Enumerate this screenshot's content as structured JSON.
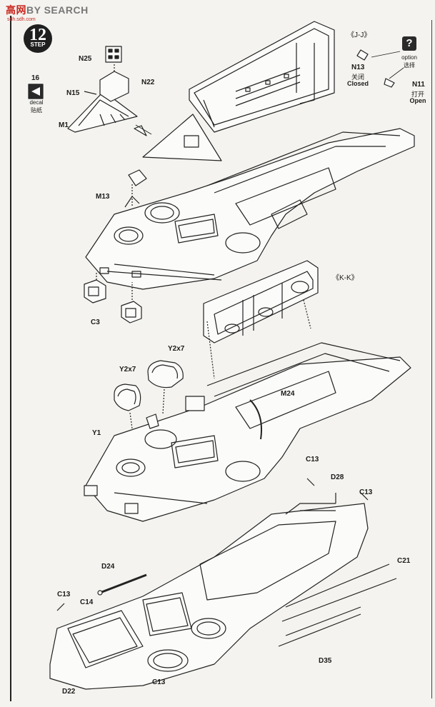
{
  "watermark": {
    "part1": "高",
    "part2": "网",
    "part3": "BY SEARCH",
    "sub": "sdh.sdh.com"
  },
  "step": {
    "number": "12",
    "word": "STEP"
  },
  "decal": {
    "en": "decal",
    "zh": "贴纸"
  },
  "option": {
    "en": "option",
    "zh": "选择"
  },
  "closed": {
    "part": "N13",
    "zh": "关闭",
    "en": "Closed"
  },
  "open": {
    "part": "N11",
    "zh": "打开",
    "en": "Open"
  },
  "section_labels": {
    "jj": "《J-J》",
    "kk": "《K-K》"
  },
  "parts": {
    "n25": "N25",
    "n22": "N22",
    "p16": "16",
    "n15": "N15",
    "m1": "M1",
    "m13": "M13",
    "c3": "C3",
    "y2x7_a": "Y2x7",
    "y2x7_b": "Y2x7",
    "y1": "Y1",
    "m24": "M24",
    "c13_top": "C13",
    "d28": "D28",
    "c13_right": "C13",
    "c21": "C21",
    "d24": "D24",
    "c13_left": "C13",
    "c14": "C14",
    "c13_bottom": "C13",
    "d22": "D22",
    "d35": "D35"
  },
  "icons": {
    "decal": "decal-icon",
    "option": "question-icon",
    "step": "step-badge-icon"
  }
}
